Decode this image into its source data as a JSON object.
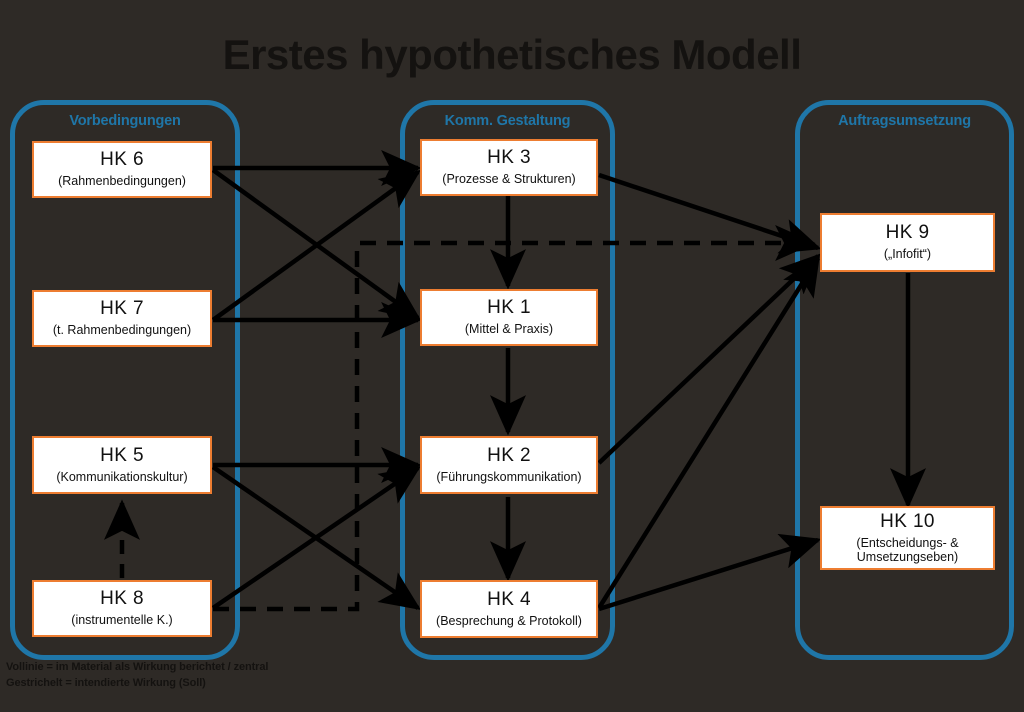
{
  "title": "Erstes hypothetisches Modell",
  "colors": {
    "background": "#2e2a26",
    "group_border": "#1f76a8",
    "node_border": "#ed7d31",
    "node_fill": "#ffffff",
    "edge": "#000000",
    "title_text": "#141210"
  },
  "groups": [
    {
      "id": "group-vorbedingungen",
      "label": "Vorbedingungen"
    },
    {
      "id": "group-komm-gestaltung",
      "label": "Komm. Gestaltung"
    },
    {
      "id": "group-auftragsumsetzung",
      "label": "Auftragsumsetzung"
    }
  ],
  "nodes": [
    {
      "id": "hk6",
      "title": "HK 6",
      "sub": "(Rahmenbedingungen)"
    },
    {
      "id": "hk7",
      "title": "HK 7",
      "sub": "(t. Rahmenbedingungen)"
    },
    {
      "id": "hk5",
      "title": "HK 5",
      "sub": "(Kommunikationskultur)"
    },
    {
      "id": "hk8",
      "title": "HK 8",
      "sub": "(instrumentelle K.)"
    },
    {
      "id": "hk3",
      "title": "HK 3",
      "sub": "(Prozesse & Strukturen)"
    },
    {
      "id": "hk1",
      "title": "HK 1",
      "sub": "(Mittel & Praxis)"
    },
    {
      "id": "hk2",
      "title": "HK 2",
      "sub": "(Führungskommunikation)"
    },
    {
      "id": "hk4",
      "title": "HK 4",
      "sub": "(Besprechung & Protokoll)"
    },
    {
      "id": "hk9",
      "title": "HK 9",
      "sub": "(„Infofit“)"
    },
    {
      "id": "hk10",
      "title": "HK 10",
      "sub_line1": "(Entscheidungs- &",
      "sub_line2": "Umsetzungseben)"
    }
  ],
  "legend": {
    "line1": "Vollinie = im Material als Wirkung berichtet / zentral",
    "line2": "Gestrichelt = intendierte Wirkung (Soll)"
  },
  "edges": [
    {
      "from": "hk6",
      "to": "hk3",
      "style": "solid"
    },
    {
      "from": "hk6",
      "to": "hk1",
      "style": "solid"
    },
    {
      "from": "hk7",
      "to": "hk3",
      "style": "solid"
    },
    {
      "from": "hk7",
      "to": "hk1",
      "style": "solid"
    },
    {
      "from": "hk5",
      "to": "hk2",
      "style": "solid"
    },
    {
      "from": "hk5",
      "to": "hk4",
      "style": "solid"
    },
    {
      "from": "hk8",
      "to": "hk2",
      "style": "solid"
    },
    {
      "from": "hk8",
      "to": "hk5",
      "style": "dashed"
    },
    {
      "from": "hk8",
      "to": "hk9",
      "style": "dashed"
    },
    {
      "from": "hk3",
      "to": "hk1",
      "style": "solid"
    },
    {
      "from": "hk1",
      "to": "hk2",
      "style": "solid"
    },
    {
      "from": "hk2",
      "to": "hk4",
      "style": "solid"
    },
    {
      "from": "hk3",
      "to": "hk9",
      "style": "solid"
    },
    {
      "from": "hk2",
      "to": "hk9",
      "style": "solid"
    },
    {
      "from": "hk4",
      "to": "hk9",
      "style": "solid"
    },
    {
      "from": "hk4",
      "to": "hk10",
      "style": "solid"
    },
    {
      "from": "hk9",
      "to": "hk10",
      "style": "solid"
    }
  ]
}
